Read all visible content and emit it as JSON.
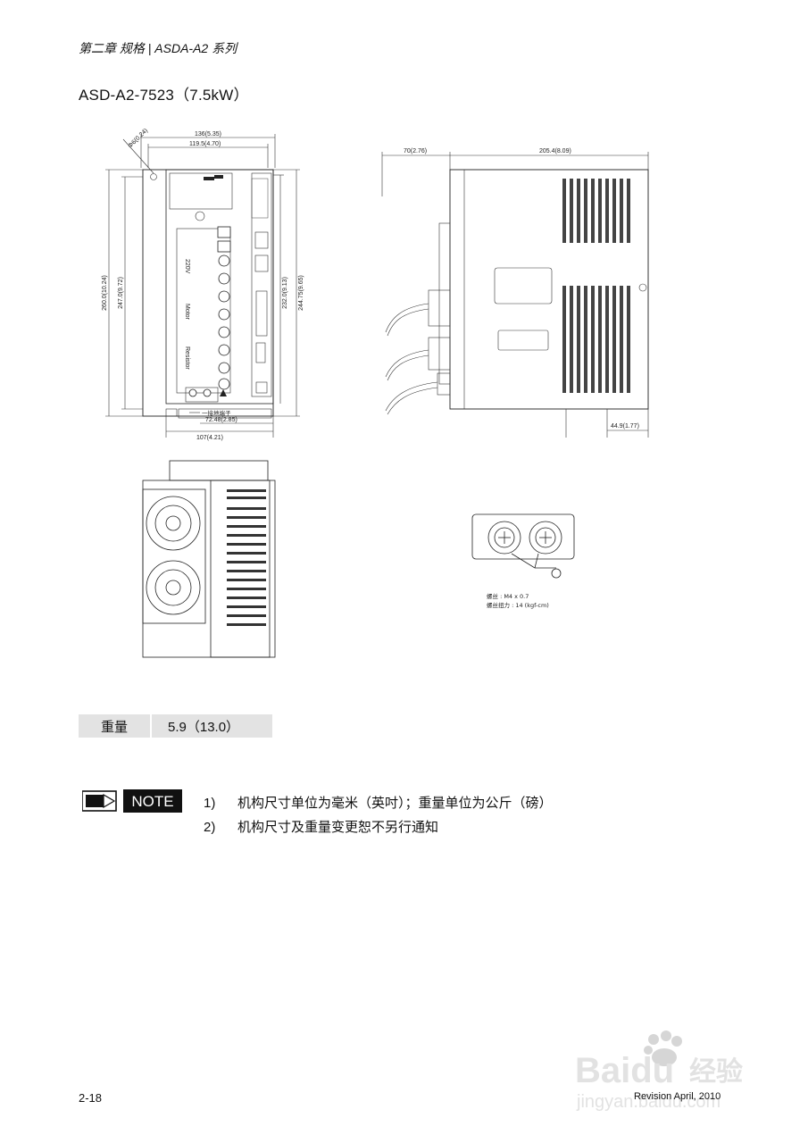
{
  "header": {
    "chapter": "第二章 规格 | ASDA-A2 系列"
  },
  "model_title": "ASD-A2-7523（7.5kW）",
  "front_view": {
    "dim_width_outer": "136(5.35)",
    "dim_width_inner": "119.5(4.70)",
    "dim_hole": "Φ6(0.24)",
    "dim_height_total": "260.0(10.24)",
    "dim_height_mount": "247.0(9.72)",
    "dim_height_right_1": "232.0(9.13)",
    "dim_height_right_2": "244.75(9.65)",
    "ground_label": "一接地端子",
    "dim_bottom_1": "72.48(2.85)",
    "dim_bottom_2": "107(4.21)",
    "panel_text_1": "220V",
    "panel_text_2": "Motor",
    "panel_text_3": "Resistor"
  },
  "side_view": {
    "dim_left": "70(2.76)",
    "dim_depth": "205.4(8.09)",
    "dim_bottom": "44.9(1.77)"
  },
  "terminal_detail": {
    "screw_spec": "螺丝 : M4 x 0.7",
    "torque_spec": "螺丝扭力 : 14 (kgf-cm)"
  },
  "weight": {
    "label": "重量",
    "value": "5.9（13.0）"
  },
  "note": {
    "icon_label": "NOTE",
    "items": [
      {
        "num": "1)",
        "text": "机构尺寸单位为毫米（英吋）；重量单位为公斤（磅）"
      },
      {
        "num": "2)",
        "text": "机构尺寸及重量变更恕不另行通知"
      }
    ]
  },
  "footer": {
    "page_number": "2-18",
    "revision": "Revision April, 2010"
  },
  "watermark": {
    "brand": "Baidu",
    "brand_cn": "经验",
    "url": "jingyan.baidu.com"
  }
}
